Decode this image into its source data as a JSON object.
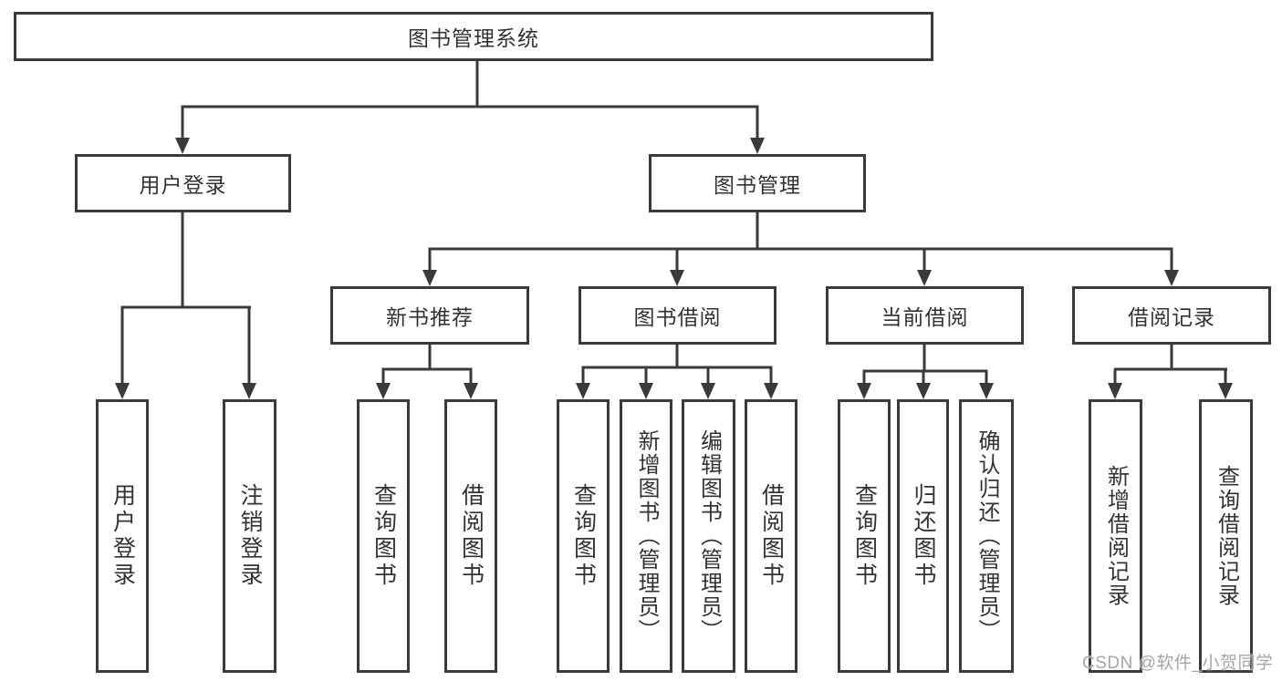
{
  "watermark": "CSDN @软件_小贺同学",
  "colors": {
    "line": "#3a3a3a",
    "text": "#333333",
    "box_background": "#ffffff"
  },
  "tree": {
    "root": "图书管理系统",
    "user_login": {
      "label": "用户登录",
      "children": [
        "用户登录",
        "注销登录"
      ]
    },
    "book_mgmt": {
      "label": "图书管理",
      "sections": {
        "new_books": {
          "label": "新书推荐",
          "children": [
            "查询图书",
            "借阅图书"
          ]
        },
        "borrowing": {
          "label": "图书借阅",
          "children": [
            "查询图书",
            "新增图书（管理员）",
            "编辑图书（管理员）",
            "借阅图书"
          ]
        },
        "current": {
          "label": "当前借阅",
          "children": [
            "查询图书",
            "归还图书",
            "确认归还（管理员）"
          ]
        },
        "records": {
          "label": "借阅记录",
          "children": [
            "新增借阅记录",
            "查询借阅记录"
          ]
        }
      }
    }
  }
}
